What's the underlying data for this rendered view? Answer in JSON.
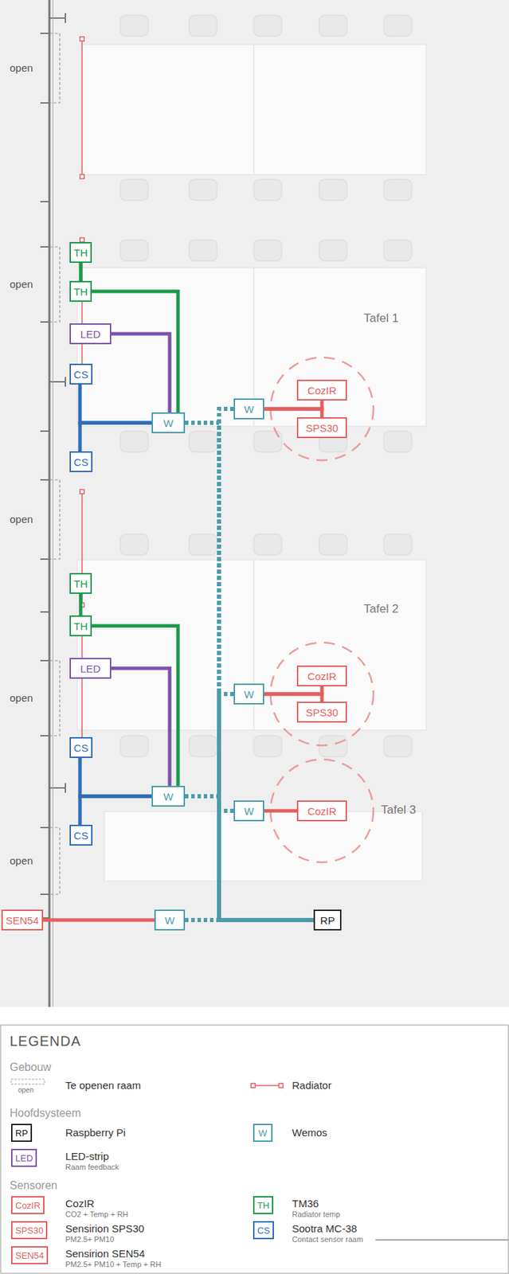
{
  "diagram": {
    "nodes": [
      {
        "text": [
          "TH"
        ]
      },
      {
        "text": [
          "TH"
        ]
      },
      {
        "text": [
          "LED"
        ]
      },
      {
        "text": [
          "CS"
        ]
      },
      {
        "text": [
          "CozIR"
        ]
      },
      {
        "text": [
          "W"
        ]
      },
      {
        "text": [
          "W"
        ]
      },
      {
        "text": [
          "SPS30"
        ]
      },
      {
        "text": [
          "CS"
        ]
      },
      {
        "text": [
          "TH"
        ]
      },
      {
        "text": [
          "TH"
        ]
      },
      {
        "text": [
          "LED"
        ]
      },
      {
        "text": [
          "CozIR"
        ]
      },
      {
        "text": [
          "W"
        ]
      },
      {
        "text": [
          "SPS30"
        ]
      },
      {
        "text": [
          "CS"
        ]
      },
      {
        "text": [
          "W"
        ]
      },
      {
        "text": [
          "CozIR"
        ]
      },
      {
        "text": [
          "W"
        ]
      },
      {
        "text": [
          "CS"
        ]
      },
      {
        "text": [
          "SEN54"
        ]
      },
      {
        "text": [
          "W"
        ]
      },
      {
        "text": [
          "RP"
        ]
      }
    ],
    "edges": [
      {
        "from": 0,
        "to": 1,
        "arrow": "none"
      },
      {
        "from": 1,
        "to": 6,
        "arrow": "none"
      },
      {
        "from": 2,
        "to": 6,
        "arrow": "none"
      },
      {
        "from": 3,
        "to": 6,
        "arrow": "none"
      },
      {
        "from": 8,
        "to": 6,
        "arrow": "none"
      },
      {
        "from": 5,
        "to": 4,
        "arrow": "none"
      },
      {
        "from": 5,
        "to": 7,
        "arrow": "none"
      },
      {
        "from": 6,
        "to": 22,
        "arrow": "none"
      },
      {
        "from": 5,
        "to": 22,
        "arrow": "none"
      },
      {
        "from": 9,
        "to": 10,
        "arrow": "none"
      },
      {
        "from": 10,
        "to": 16,
        "arrow": "none"
      },
      {
        "from": 11,
        "to": 16,
        "arrow": "none"
      },
      {
        "from": 15,
        "to": 16,
        "arrow": "none"
      },
      {
        "from": 19,
        "to": 16,
        "arrow": "none"
      },
      {
        "from": 13,
        "to": 12,
        "arrow": "none"
      },
      {
        "from": 13,
        "to": 14,
        "arrow": "none"
      },
      {
        "from": 16,
        "to": 22,
        "arrow": "none"
      },
      {
        "from": 13,
        "to": 22,
        "arrow": "none"
      },
      {
        "from": 18,
        "to": 17,
        "arrow": "none"
      },
      {
        "from": 18,
        "to": 22,
        "arrow": "none"
      },
      {
        "from": 20,
        "to": 21,
        "arrow": "none"
      },
      {
        "from": 21,
        "to": 22,
        "arrow": "none"
      }
    ],
    "labels": [
      "open",
      "open",
      "open",
      "open",
      "open",
      "Tafel 1",
      "Tafel 2",
      "Tafel 3",
      "LEGENDA",
      "Gebouw",
      "open",
      "Hoofdsysteem",
      "RP",
      "W",
      "LED",
      "Raam feedback",
      "Sensoren",
      "CozIR",
      "CO2 + Temp + RH",
      "TH",
      "Radiator temp",
      "SPS30",
      "PM2.5+ PM10",
      "CS",
      "Contact sensor raam",
      "SEN54",
      "PM2.5+ PM10 + Temp + RH"
    ],
    "legend": [
      {
        "text": "Te openen raam"
      },
      {
        "text": "Radiator"
      },
      {
        "text": "Raspberry Pi"
      },
      {
        "text": "Wemos"
      },
      {
        "text": "LED-strip"
      },
      {
        "text": "CozIR"
      },
      {
        "text": "TM36"
      },
      {
        "text": "Sensirion SPS30"
      },
      {
        "text": "Sootra MC-38"
      },
      {
        "text": "Sensirion SEN54"
      }
    ]
  }
}
